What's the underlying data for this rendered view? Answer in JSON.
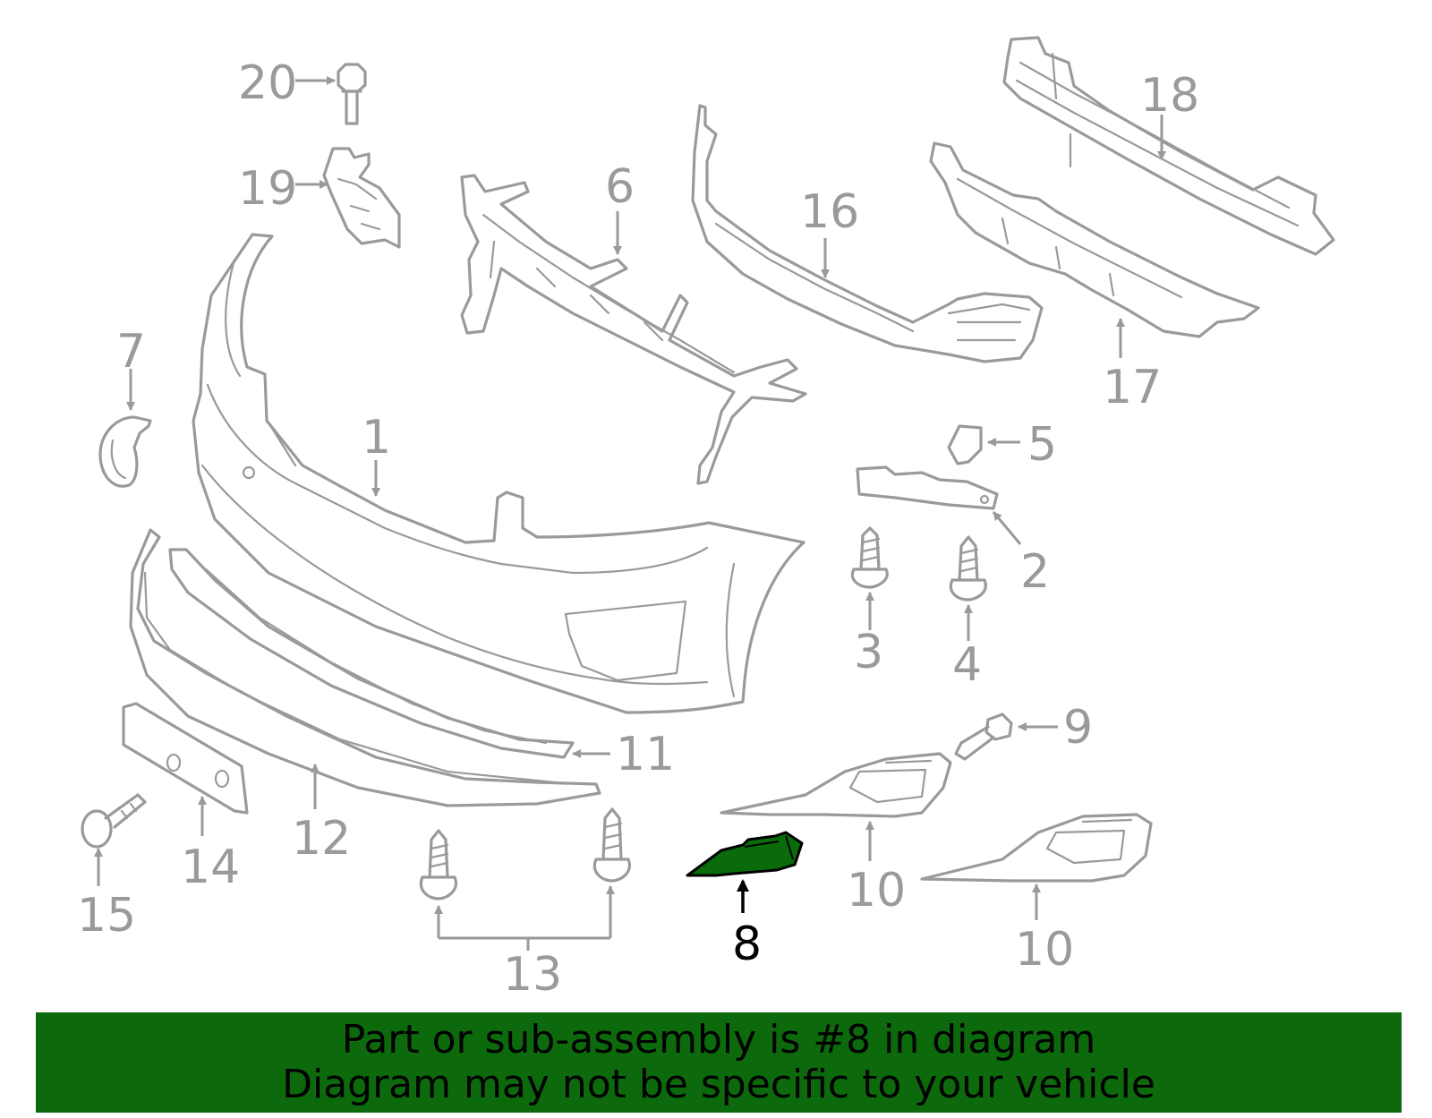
{
  "callouts": {
    "n1": "1",
    "n2": "2",
    "n3": "3",
    "n4": "4",
    "n5": "5",
    "n6": "6",
    "n7": "7",
    "n8": "8",
    "n9": "9",
    "n10a": "10",
    "n10b": "10",
    "n11": "11",
    "n12": "12",
    "n13": "13",
    "n14": "14",
    "n15": "15",
    "n16": "16",
    "n17": "17",
    "n18": "18",
    "n19": "19",
    "n20": "20"
  },
  "highlighted_part": "8",
  "colors": {
    "line": "#9a9a9a",
    "highlight_fill": "#0a6b0a",
    "banner_bg": "#0c6a0c",
    "banner_text": "#000000"
  },
  "banner": {
    "line1": "Part or sub-assembly is #8 in diagram",
    "line2": "Diagram may not be specific to your vehicle"
  }
}
